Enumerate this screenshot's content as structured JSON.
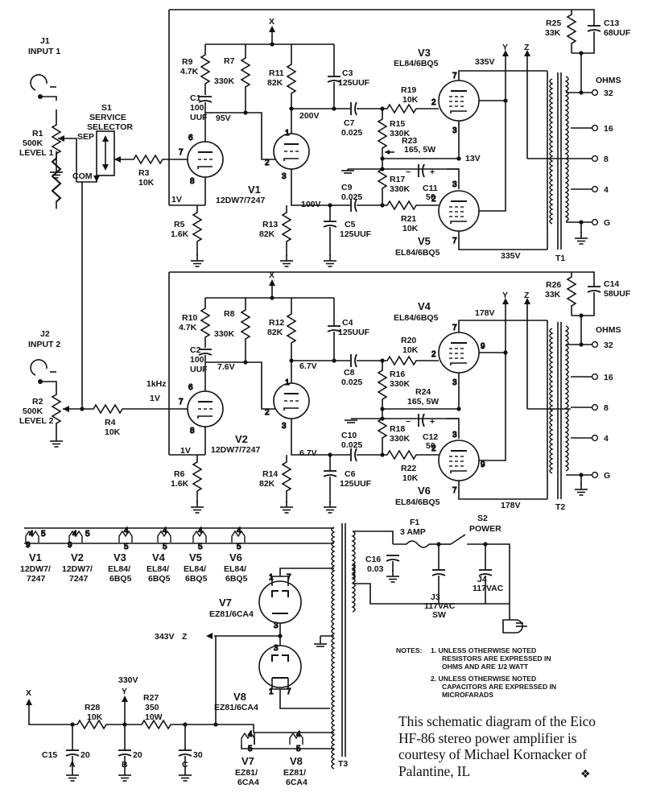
{
  "inputs": [
    {
      "jack": "J1",
      "name": "INPUT 1",
      "pot": "R1",
      "value": "500K",
      "level": "LEVEL 1"
    },
    {
      "jack": "J2",
      "name": "INPUT 2",
      "pot": "R2",
      "value": "500K",
      "level": "LEVEL 2"
    }
  ],
  "selector": {
    "ref": "S1",
    "line1": "SERVICE",
    "line2": "SELECTOR",
    "sep": "SEP",
    "com": "COM"
  },
  "ch1": {
    "R3": [
      "R3",
      "10K"
    ],
    "R5": [
      "R5",
      "1.6K"
    ],
    "R7": [
      "R7",
      "330K"
    ],
    "R9": [
      "R9",
      "4.7K"
    ],
    "R11": [
      "R11",
      "82K"
    ],
    "R13": [
      "R13",
      "82K"
    ],
    "R15": [
      "R15",
      "330K"
    ],
    "R17": [
      "R17",
      "330K"
    ],
    "R19": [
      "R19",
      "10K"
    ],
    "R21": [
      "R21",
      "10K"
    ],
    "R23": [
      "R23",
      "165, 5W"
    ],
    "R25": [
      "R25",
      "33K"
    ],
    "C1": [
      "C1",
      "100",
      "UUF"
    ],
    "C3": [
      "C3",
      "125UUF"
    ],
    "C5": [
      "C5",
      "125UUF"
    ],
    "C7": [
      "C7",
      "0.025"
    ],
    "C9": [
      "C9",
      "0.025"
    ],
    "C11": [
      "C11",
      "50"
    ],
    "C13": [
      "C13",
      "68UUF"
    ],
    "V1": [
      "V1",
      "12DW7/7247"
    ],
    "V3": [
      "V3",
      "EL84/6BQ5"
    ],
    "V5": [
      "V5",
      "EL84/6BQ5"
    ],
    "v_95": "95V",
    "v_200": "200V",
    "v_1": "1V",
    "v_100": "100V",
    "v_13": "13V",
    "v_335a": "335V",
    "v_335b": "335V",
    "pin6": "6",
    "pin7": "7",
    "pin8": "8",
    "pin1": "1",
    "pin2": "2",
    "pin3": "3",
    "T": "T1"
  },
  "ch2": {
    "R4": [
      "R4",
      "10K"
    ],
    "R6": [
      "R6",
      "1.6K"
    ],
    "R8": [
      "R8",
      "330K"
    ],
    "R10": [
      "R10",
      "4.7K"
    ],
    "R12": [
      "R12",
      "82K"
    ],
    "R14": [
      "R14",
      "82K"
    ],
    "R16": [
      "R16",
      "330K"
    ],
    "R18": [
      "R18",
      "330K"
    ],
    "R20": [
      "R20",
      "10K"
    ],
    "R22": [
      "R22",
      "10K"
    ],
    "R24": [
      "R24",
      "165, 5W"
    ],
    "R26": [
      "R26",
      "33K"
    ],
    "C2": [
      "C2",
      "100",
      "UUF"
    ],
    "C4": [
      "C4",
      "125UUF"
    ],
    "C6": [
      "C6",
      "125UUF"
    ],
    "C8": [
      "C8",
      "0.025"
    ],
    "C10": [
      "C10",
      "0.025"
    ],
    "C12": [
      "C12",
      "50"
    ],
    "C14": [
      "C14",
      "58UUF"
    ],
    "V2": [
      "V2",
      "12DW7/7247"
    ],
    "V4": [
      "V4",
      "EL84/6BQ5"
    ],
    "V6": [
      "V6",
      "EL84/6BQ5"
    ],
    "v_76": "7.6V",
    "v_67a": "6.7V",
    "v_1": "1V",
    "v_67b": "6.7V",
    "v_178a": "178V",
    "v_178b": "178V",
    "khz": "1kHz",
    "v_in": "1V",
    "T": "T2"
  },
  "ohms": {
    "label": "OHMS",
    "taps": [
      "32",
      "16",
      "8",
      "4",
      "G"
    ]
  },
  "node_x": "X",
  "node_y": "Y",
  "node_z": "Z",
  "pins": {
    "p1": "1",
    "p2": "2",
    "p3": "3",
    "p4": "4",
    "p5": "5",
    "p6": "6",
    "p7": "7",
    "p8": "8",
    "p9": "9"
  },
  "heaters": [
    {
      "name": "V1",
      "type1": "12DW7/",
      "type2": "7247"
    },
    {
      "name": "V2",
      "type1": "12DW7/",
      "type2": "7247"
    },
    {
      "name": "V3",
      "type1": "EL84/",
      "type2": "6BQ5"
    },
    {
      "name": "V4",
      "type1": "EL84/",
      "type2": "6BQ5"
    },
    {
      "name": "V5",
      "type1": "EL84/",
      "type2": "6BQ5"
    },
    {
      "name": "V6",
      "type1": "EL84/",
      "type2": "6BQ5"
    }
  ],
  "power": {
    "F1": [
      "F1",
      "3 AMP"
    ],
    "S2": [
      "S2",
      "POWER"
    ],
    "C16": [
      "C16",
      "0.03"
    ],
    "J3": [
      "J3",
      "117VAC",
      "SW"
    ],
    "J4": [
      "J4",
      "117VAC"
    ],
    "V7": [
      "V7",
      "EZ81/6CA4"
    ],
    "V8": [
      "V8",
      "EZ81/6CA4"
    ],
    "v343": "343V",
    "v330": "330V",
    "R27": [
      "R27",
      "350",
      "10W"
    ],
    "R28": [
      "R28",
      "10K"
    ],
    "C15": "C15",
    "c20a": "20",
    "c20b": "20",
    "c30": "30",
    "A": "A",
    "B": "B",
    "C": "C",
    "fil_V7": [
      "V7",
      "EZ81/",
      "6CA4"
    ],
    "fil_V8": [
      "V8",
      "EZ81/",
      "6CA4"
    ],
    "T3": "T3"
  },
  "notes": {
    "title": "NOTES:",
    "n1": [
      "1. UNLESS OTHERWISE NOTED",
      "RESISTORS ARE EXPRESSED IN",
      "OHMS AND ARE 1/2 WATT"
    ],
    "n2": [
      "2. UNLESS OTHERWISE NOTED",
      "CAPACITORS ARE EXPRESSED IN",
      "MICROFARADS"
    ]
  },
  "caption": "This schematic diagram of the Eico HF-86 stereo power amplifier is courtesy of Michael Kornacker of Palantine, IL",
  "caption_mark": "❖"
}
